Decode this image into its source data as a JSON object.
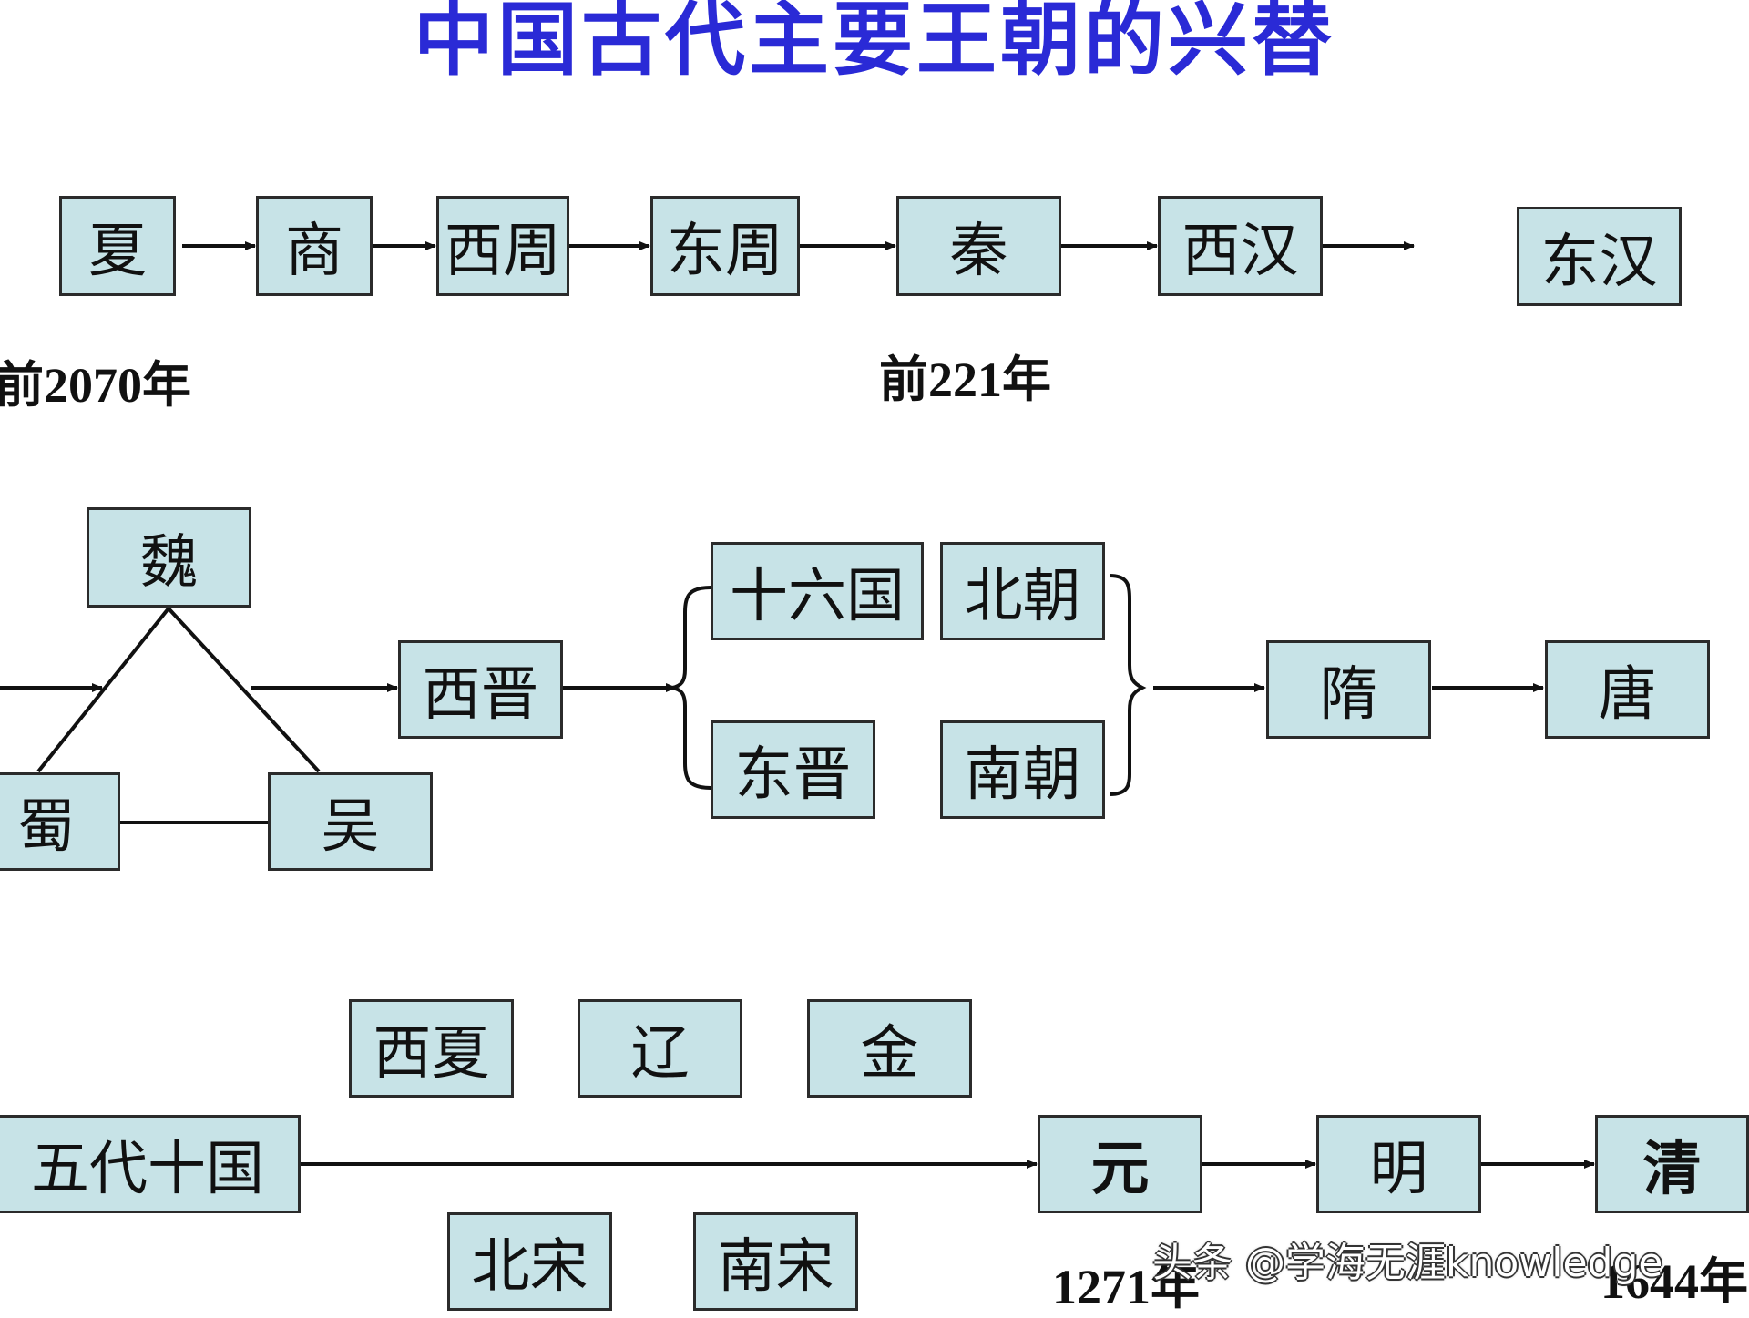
{
  "title": "中国古代主要王朝的兴替",
  "row1": {
    "xia": "夏",
    "shang": "商",
    "west_zhou": "西周",
    "east_zhou": "东周",
    "qin": "秦",
    "west_han": "西汉",
    "east_han": "东汉",
    "year_start": "前2070年",
    "year_qin": "前221年"
  },
  "row2": {
    "wei": "魏",
    "shu": "蜀",
    "wu": "吴",
    "west_jin": "西晋",
    "sixteen_kingdoms": "十六国",
    "northern_dynasties": "北朝",
    "east_jin": "东晋",
    "southern_dynasties": "南朝",
    "sui": "隋",
    "tang": "唐"
  },
  "row3": {
    "five_dynasties": "五代十国",
    "west_xia": "西夏",
    "liao": "辽",
    "jin": "金",
    "north_song": "北宋",
    "south_song": "南宋",
    "yuan": "元",
    "ming": "明",
    "qing": "清",
    "year_yuan": "1271年",
    "year_qing": "1644年"
  },
  "watermark": "头条 @学海无涯knowledge",
  "colors": {
    "title": "#2a2ad6",
    "box_fill": "#c7e3e7",
    "box_border": "#2b2b2b",
    "line": "#111111"
  }
}
